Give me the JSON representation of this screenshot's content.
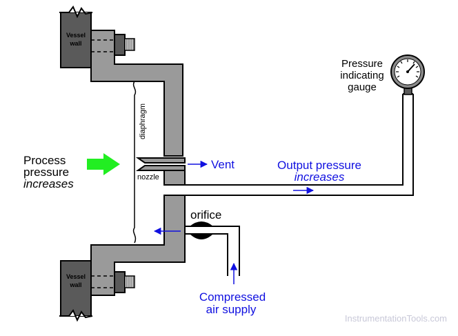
{
  "labels": {
    "vessel_wall_line1": "Vessel",
    "vessel_wall_line2": "wall",
    "diaphragm": "diaphragm",
    "nozzle": "nozzle",
    "vent": "Vent",
    "orifice": "orifice",
    "output_pressure": "Output pressure",
    "output_increases": "increases",
    "gauge_line1": "Pressure",
    "gauge_line2": "indicating",
    "gauge_line3": "gauge",
    "process_line1": "Process",
    "process_line2": "pressure",
    "process_line3": "increases",
    "air_line1": "Compressed",
    "air_line2": "air supply",
    "watermark": "InstrumentationTools.com"
  },
  "colors": {
    "body_gray": "#9a9a9a",
    "dark_gray": "#5a5a5a",
    "label_blue": "#1010e0",
    "arrow_green": "#22ee22",
    "watermark": "#c8c8d8"
  }
}
